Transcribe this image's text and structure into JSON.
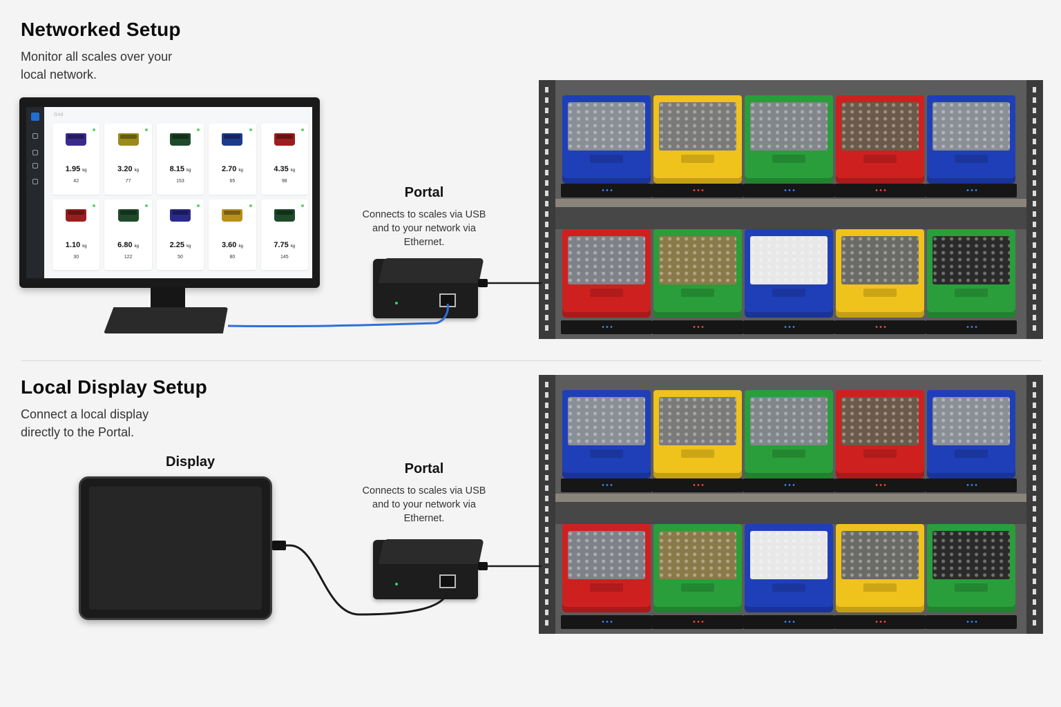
{
  "networked": {
    "title": "Networked Setup",
    "description": "Monitor all scales over your local network.",
    "portal_label": "Portal",
    "portal_description": "Connects to scales via USB and to your network via Ethernet.",
    "dashboard": {
      "header": "Grid",
      "cards": [
        {
          "weight": "1.95",
          "unit": "kg",
          "count": "42",
          "bin_color": "#3a2a8c"
        },
        {
          "weight": "3.20",
          "unit": "kg",
          "count": "77",
          "bin_color": "#9a8a1a"
        },
        {
          "weight": "8.15",
          "unit": "kg",
          "count": "153",
          "bin_color": "#1e4a2a"
        },
        {
          "weight": "2.70",
          "unit": "kg",
          "count": "65",
          "bin_color": "#1e3a8c"
        },
        {
          "weight": "4.35",
          "unit": "kg",
          "count": "98",
          "bin_color": "#9a1e1e"
        },
        {
          "weight": "1.10",
          "unit": "kg",
          "count": "30",
          "bin_color": "#9a1e1e"
        },
        {
          "weight": "6.80",
          "unit": "kg",
          "count": "122",
          "bin_color": "#1e4a2a"
        },
        {
          "weight": "2.25",
          "unit": "kg",
          "count": "50",
          "bin_color": "#2a2a8c"
        },
        {
          "weight": "3.60",
          "unit": "kg",
          "count": "80",
          "bin_color": "#b8901a"
        },
        {
          "weight": "7.75",
          "unit": "kg",
          "count": "145",
          "bin_color": "#1e4a2a"
        }
      ]
    }
  },
  "local": {
    "title": "Local Display Setup",
    "description": "Connect a local display directly to the Portal.",
    "display_label": "Display",
    "portal_label": "Portal",
    "portal_description": "Connects to scales via USB and to your network via Ethernet."
  },
  "shelf_colors": {
    "top_row": [
      "#1f3fb8",
      "#f0c21c",
      "#2a9e3a",
      "#cf2020",
      "#1f3fb8"
    ],
    "bottom_row": [
      "#cf2020",
      "#2a9e3a",
      "#1f3fb8",
      "#f0c21c",
      "#2a9e3a"
    ],
    "top_fill": [
      "#8a8e96",
      "#7a7a78",
      "#80868a",
      "#6b5a4a",
      "#8a8e96"
    ],
    "bottom_fill": [
      "#7e8288",
      "#8a7a4a",
      "#e8e8e8",
      "#6a6a66",
      "#2a2a2a"
    ]
  }
}
